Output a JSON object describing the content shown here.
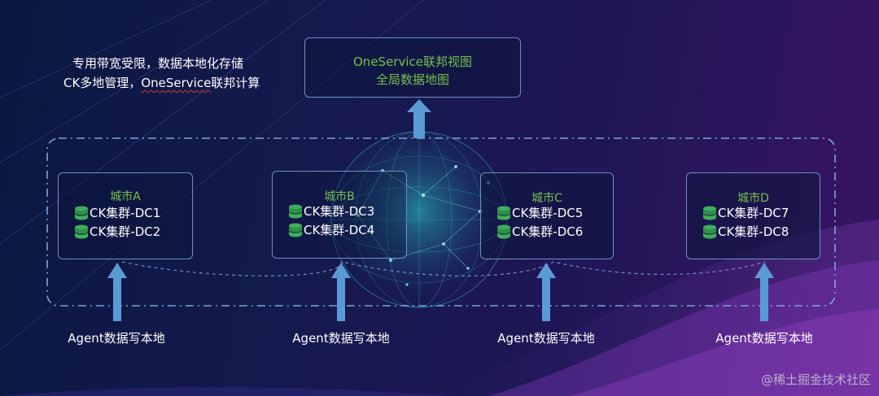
{
  "note": {
    "line1": "专用带宽受限，数据本地化存储",
    "line2_prefix": "CK多地管理，",
    "line2_marked": "OneService",
    "line2_suffix": "联邦计算"
  },
  "oneservice": {
    "line1": "OneService联邦视图",
    "line2": "全局数据地图"
  },
  "cities": [
    {
      "title": "城市A",
      "clusters": [
        "CK集群-DC1",
        "CK集群-DC2"
      ]
    },
    {
      "title": "城市B",
      "clusters": [
        "CK集群-DC3",
        "CK集群-DC4"
      ]
    },
    {
      "title": "城市C",
      "clusters": [
        "CK集群-DC5",
        "CK集群-DC6"
      ]
    },
    {
      "title": "城市D",
      "clusters": [
        "CK集群-DC7",
        "CK集群-DC8"
      ]
    }
  ],
  "agents": [
    "Agent数据写本地",
    "Agent数据写本地",
    "Agent数据写本地",
    "Agent数据写本地"
  ],
  "watermark": "@稀土掘金技术社区",
  "colors": {
    "accent_green": "#76c04a",
    "arrow_blue": "#5b9bd5",
    "box_border": "#6e8fc4",
    "db_green": "#3fae5a"
  },
  "icons": {
    "cluster": "database-icon",
    "flow": "up-arrow-icon",
    "decor": "globe-icon"
  }
}
